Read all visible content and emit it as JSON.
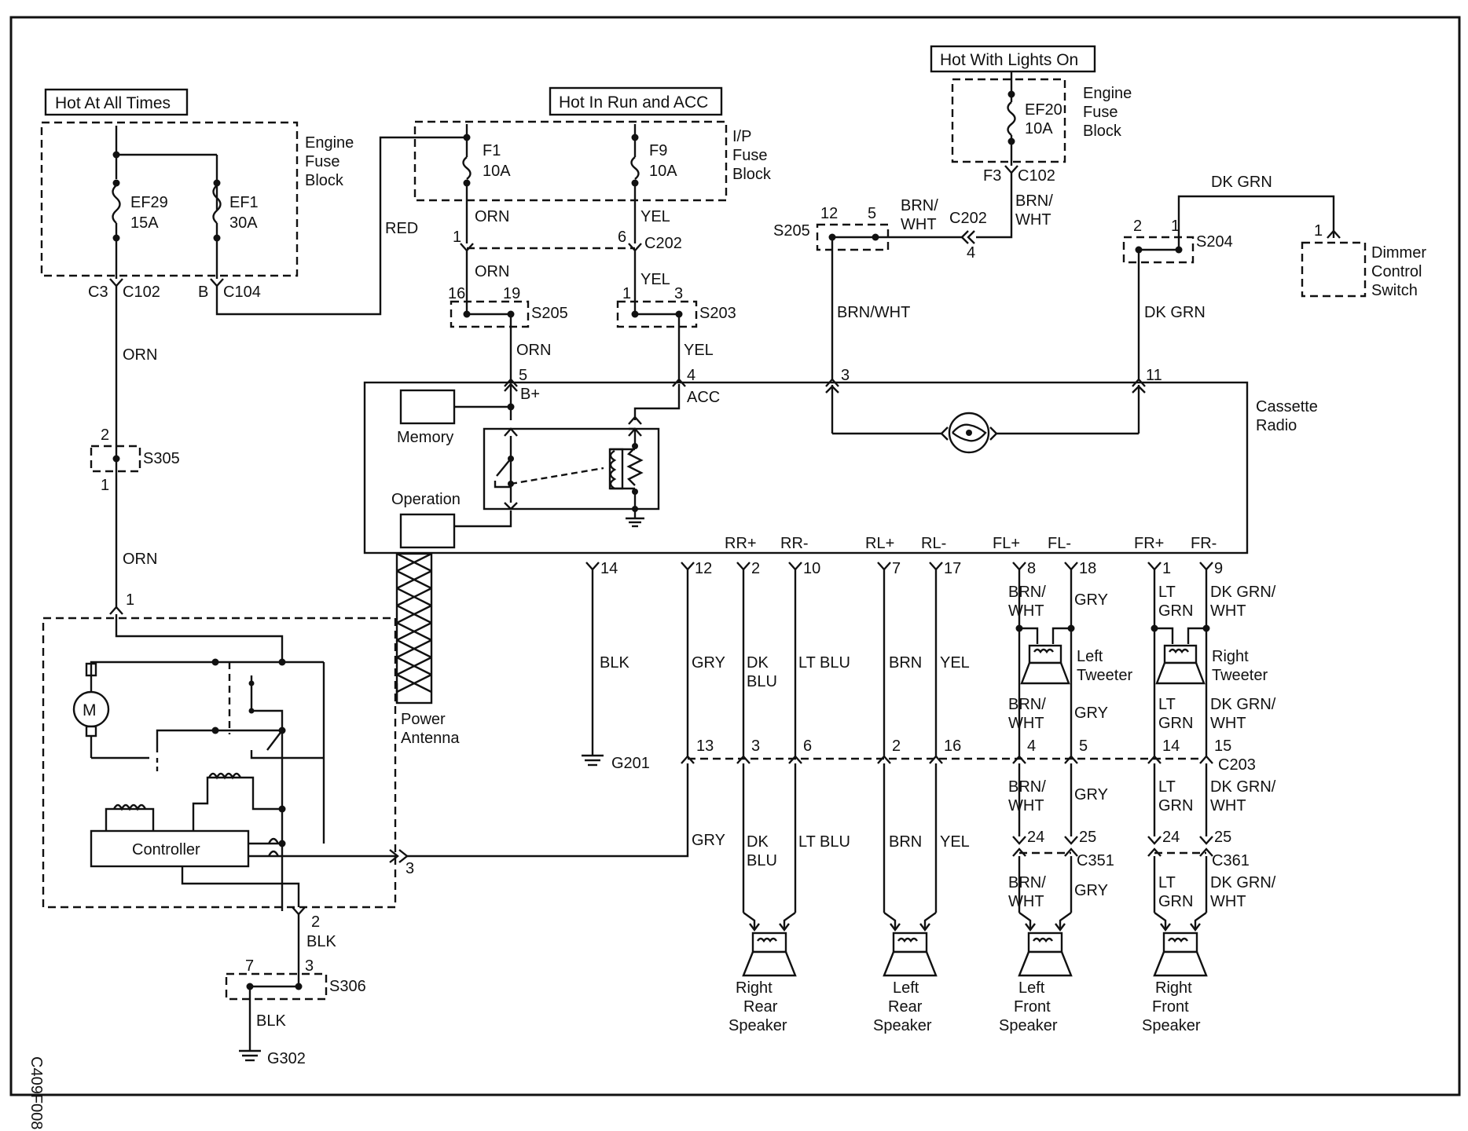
{
  "power_sources": {
    "always": "Hot At All Times",
    "run_acc": "Hot In Run and ACC",
    "lights_on": "Hot With Lights On"
  },
  "blocks": {
    "engine_fuse_block_1": "Engine",
    "engine_fuse_block_2": "Fuse",
    "engine_fuse_block_3": "Block",
    "ip_fuse_block_1": "I/P",
    "ip_fuse_block_2": "Fuse",
    "ip_fuse_block_3": "Block",
    "cassette_radio_1": "Cassette",
    "cassette_radio_2": "Radio",
    "dimmer_1": "Dimmer",
    "dimmer_2": "Control",
    "dimmer_3": "Switch",
    "memory": "Memory",
    "operation": "Operation",
    "controller": "Controller",
    "motor": "M",
    "power_antenna_1": "Power",
    "power_antenna_2": "Antenna"
  },
  "fuses": {
    "ef29": "EF29",
    "ef29_amp": "15A",
    "ef1": "EF1",
    "ef1_amp": "30A",
    "f1": "F1",
    "f1_amp": "10A",
    "f9": "F9",
    "f9_amp": "10A",
    "ef20": "EF20",
    "ef20_amp": "10A"
  },
  "connectors": {
    "c3": "C3",
    "c102": "C102",
    "b": "B",
    "c104": "C104",
    "f3": "F3",
    "c202_a": "C202",
    "c202_b": "C202",
    "c203": "C203",
    "c351": "C351",
    "c361": "C361"
  },
  "splices": {
    "s205_a": "S205",
    "s203": "S203",
    "s205_b": "S205",
    "s204": "S204",
    "s305": "S305",
    "s306": "S306"
  },
  "grounds": {
    "g201": "G201",
    "g302": "G302"
  },
  "pins": {
    "p1_f1": "1",
    "p6": "6",
    "p16": "16",
    "p19": "19",
    "p1_s203": "1",
    "p3_s203": "3",
    "p5": "5",
    "p4": "4",
    "p3_radio": "3",
    "p11": "11",
    "p12_s205": "12",
    "p5_s205": "5",
    "p4_c202": "4",
    "p2_s204": "2",
    "p1_s204": "1",
    "p1_dimmer": "1",
    "p2_s305": "2",
    "p1_s305": "1",
    "p1_ant": "1",
    "p3_ant": "3",
    "p2_ant": "2",
    "p7_s306": "7",
    "p3_s306": "3",
    "p14": "14",
    "p12": "12",
    "p2": "2",
    "p10": "10",
    "p7": "7",
    "p17": "17",
    "p8": "8",
    "p18": "18",
    "p1": "1",
    "p9": "9",
    "p13": "13",
    "p3": "3",
    "p6_c203": "6",
    "p2_c203": "2",
    "p16_c203": "16",
    "p4_c203": "4",
    "p5_c203": "5",
    "p14_c203": "14",
    "p15_c203": "15",
    "p24_a": "24",
    "p25_a": "25",
    "p24_b": "24",
    "p25_b": "25"
  },
  "terminals": {
    "bplus": "B+",
    "acc": "ACC",
    "rr_plus": "RR+",
    "rr_minus": "RR-",
    "rl_plus": "RL+",
    "rl_minus": "RL-",
    "fl_plus": "FL+",
    "fl_minus": "FL-",
    "fr_plus": "FR+",
    "fr_minus": "FR-"
  },
  "wires": {
    "red": "RED",
    "orn": "ORN",
    "yel": "YEL",
    "brn_wht": "BRN/",
    "brn_wht_2": "WHT",
    "brn_wht_full": "BRN/WHT",
    "dk_grn": "DK GRN",
    "blk": "BLK",
    "gry": "GRY",
    "dk": "DK",
    "blu": "BLU",
    "lt_blu": "LT BLU",
    "brn": "BRN",
    "lt": "LT",
    "grn": "GRN",
    "dk_grn_slash": "DK GRN/",
    "wht": "WHT"
  },
  "speakers": {
    "left_tweeter_1": "Left",
    "left_tweeter_2": "Tweeter",
    "right_tweeter_1": "Right",
    "right_tweeter_2": "Tweeter",
    "rr_1": "Right",
    "rr_2": "Rear",
    "rr_3": "Speaker",
    "rl_1": "Left",
    "rl_2": "Rear",
    "rl_3": "Speaker",
    "lf_1": "Left",
    "lf_2": "Front",
    "lf_3": "Speaker",
    "rf_1": "Right",
    "rf_2": "Front",
    "rf_3": "Speaker"
  },
  "figure_code": "C409F008"
}
